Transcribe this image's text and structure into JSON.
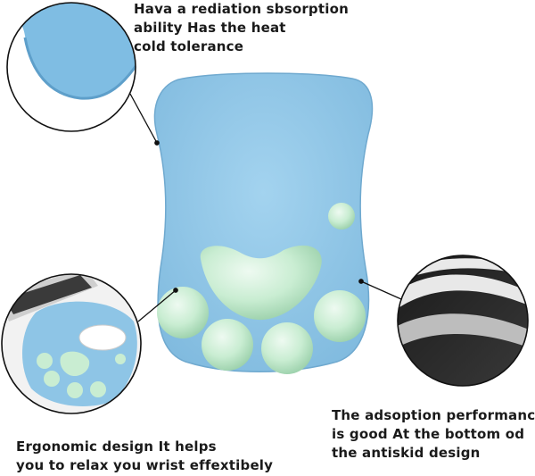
{
  "captions": {
    "top": [
      "Hava a rediation sbsorption",
      "ability Has the heat",
      "cold tolerance"
    ],
    "right": [
      "The adsoption performance",
      "is good  At the bottom od",
      "the antiskid design"
    ],
    "left": [
      "Ergonomic design It helps",
      "you to relax you wrist effextibely"
    ]
  },
  "colors": {
    "pad_blue": "#8ec5e6",
    "pad_edge": "#6fa9cf",
    "paw_green": "#c9edd2",
    "paw_shadow": "#a3d6b3",
    "circle_border": "#111111"
  }
}
